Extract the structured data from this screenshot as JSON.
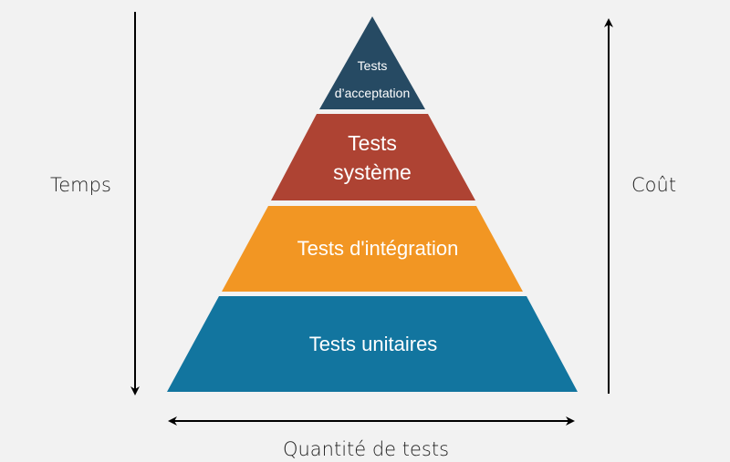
{
  "diagram": {
    "type": "test-pyramid",
    "tiers": [
      {
        "id": "acceptance",
        "lines": [
          "Tests",
          "d’acceptation"
        ],
        "color": "#264a63"
      },
      {
        "id": "system",
        "lines": [
          "Tests",
          "système"
        ],
        "color": "#ae4333"
      },
      {
        "id": "integration",
        "lines": [
          "Tests d'intégration"
        ],
        "color": "#f29623"
      },
      {
        "id": "unit",
        "lines": [
          "Tests unitaires"
        ],
        "color": "#12759f"
      }
    ],
    "axes": {
      "left": {
        "label": "Temps",
        "direction": "down"
      },
      "right": {
        "label": "Coût",
        "direction": "up"
      },
      "bottom": {
        "label": "Quantité de tests",
        "direction": "both"
      }
    },
    "background": "#f2f2f2",
    "arrow_color": "#000000"
  }
}
